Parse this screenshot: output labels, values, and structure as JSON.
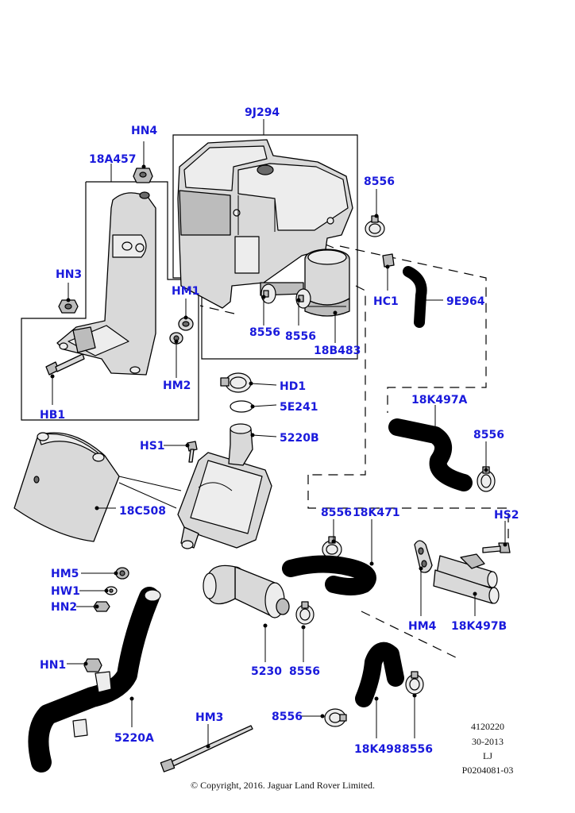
{
  "labels": {
    "l_9j294": "9J294",
    "l_hn4": "HN4",
    "l_18a457": "18A457",
    "l_8556_a": "8556",
    "l_hn3": "HN3",
    "l_hm1": "HM1",
    "l_hc1": "HC1",
    "l_9e964": "9E964",
    "l_8556_b": "8556",
    "l_8556_c": "8556",
    "l_18b483": "18B483",
    "l_hm2": "HM2",
    "l_hd1": "HD1",
    "l_18k497a": "18K497A",
    "l_hb1": "HB1",
    "l_5e241": "5E241",
    "l_5220b": "5220B",
    "l_hs1": "HS1",
    "l_8556_d": "8556",
    "l_18c508": "18C508",
    "l_8556_e": "8556",
    "l_18k471": "18K471",
    "l_hs2": "HS2",
    "l_hm5": "HM5",
    "l_hw1": "HW1",
    "l_hn2": "HN2",
    "l_hm4": "HM4",
    "l_18k497b": "18K497B",
    "l_hn1": "HN1",
    "l_5230": "5230",
    "l_8556_f": "8556",
    "l_hm3": "HM3",
    "l_8556_g": "8556",
    "l_5220a": "5220A",
    "l_18k498": "18K498",
    "l_8556_h": "8556"
  },
  "meta": {
    "code": "4120220",
    "date": "30-2013",
    "initials": "LJ",
    "ref": "P0204081-03"
  },
  "copyright": "© Copyright, 2016. Jaguar Land Rover Limited."
}
